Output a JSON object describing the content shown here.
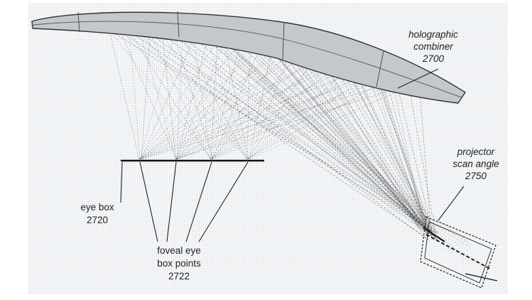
{
  "labels": {
    "combiner": {
      "line1": "holographic",
      "line2": "combiner",
      "ref": "2700"
    },
    "projector": {
      "line1": "projector",
      "line2": "scan angle",
      "ref": "2750"
    },
    "eyebox": {
      "line1": "eye box",
      "ref": "2720"
    },
    "foveal": {
      "line1": "foveal eye",
      "line2": "box points",
      "ref": "2722"
    }
  },
  "colors": {
    "background": "#ffffff",
    "panel": "#eef1f4",
    "combiner_fill": "#c4c7cb",
    "ink": "#1a1a1a"
  }
}
